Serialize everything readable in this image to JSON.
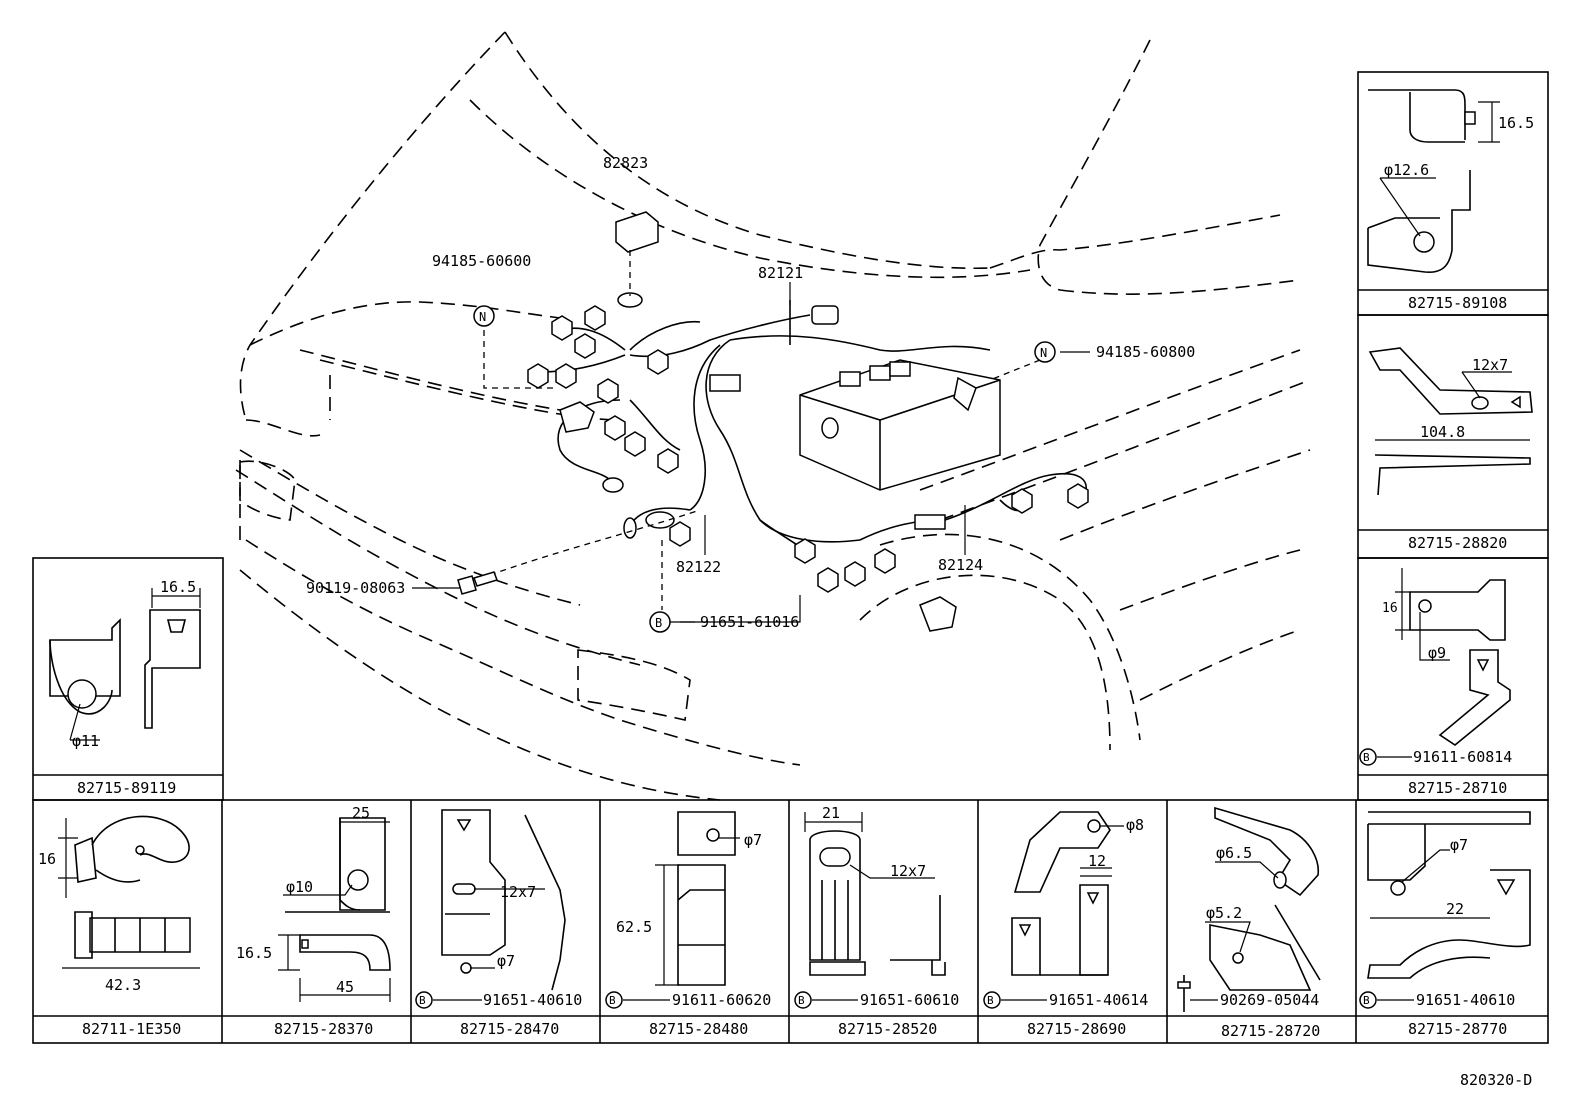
{
  "main_callouts": {
    "bracket_82823": "82823",
    "clamp_94185_60600": "94185-60600",
    "harness_82121": "82121",
    "clamp_94185_60800": "94185-60800",
    "bolt_90119_08063": "90119-08063",
    "harness_82122": "82122",
    "harness_82124": "82124",
    "bolt_91651_61016": "91651-61016",
    "marker_n": "N",
    "marker_b": "B"
  },
  "panels": {
    "p89119": {
      "part": "82715-89119",
      "dim_width": "16.5",
      "dim_hole": "φ11"
    },
    "p89108": {
      "part": "82715-89108",
      "dim_height": "16.5",
      "dim_hole": "φ12.6"
    },
    "p28820": {
      "part": "82715-28820",
      "dim_slot": "12x7",
      "dim_length": "104.8"
    },
    "p28710": {
      "part": "82715-28710",
      "dim_height": "16",
      "dim_hole": "φ9",
      "bolt": "91611-60814"
    },
    "p1e350": {
      "part": "82711-1E350",
      "dim_height": "16",
      "dim_length": "42.3"
    },
    "p28370": {
      "part": "82715-28370",
      "dim_top": "25",
      "dim_hole": "φ10",
      "dim_height": "16.5",
      "dim_bottom": "45"
    },
    "p28470": {
      "part": "82715-28470",
      "dim_slot": "12x7",
      "dim_hole": "φ7",
      "bolt": "91651-40610"
    },
    "p28480": {
      "part": "82715-28480",
      "dim_hole": "φ7",
      "dim_height": "62.5",
      "bolt": "91611-60620"
    },
    "p28520": {
      "part": "82715-28520",
      "dim_top": "21",
      "dim_slot": "12x7",
      "bolt": "91651-60610"
    },
    "p28690": {
      "part": "82715-28690",
      "dim_hole": "φ8",
      "dim_small": "12",
      "bolt": "91651-40614"
    },
    "p28720": {
      "part": "82715-28720",
      "dim_hole_a": "φ6.5",
      "dim_hole_b": "φ5.2",
      "bolt": "90269-05044"
    },
    "p28770": {
      "part": "82715-28770",
      "dim_hole": "φ7",
      "dim_width": "22",
      "bolt": "91651-40610"
    }
  },
  "diagram_id": "820320-D"
}
